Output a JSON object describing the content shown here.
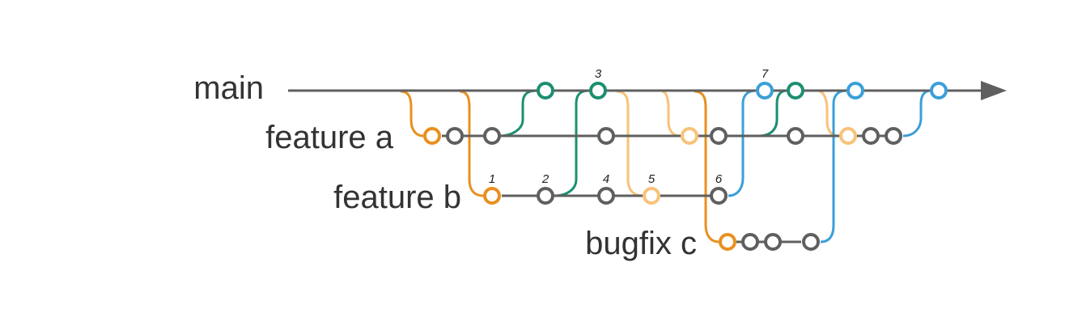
{
  "colors": {
    "branch_line": "#5f5f5f",
    "orange": "#e8901f",
    "light_orange": "#f8c27a",
    "green": "#1b8f71",
    "blue": "#3b9fd8",
    "label_text": "#333333"
  },
  "branches": {
    "main": "main",
    "feature_a": "feature a",
    "feature_b": "feature b",
    "bugfix_c": "bugfix c"
  },
  "commit_numbers": [
    "1",
    "2",
    "3",
    "4",
    "5",
    "6",
    "7"
  ]
}
